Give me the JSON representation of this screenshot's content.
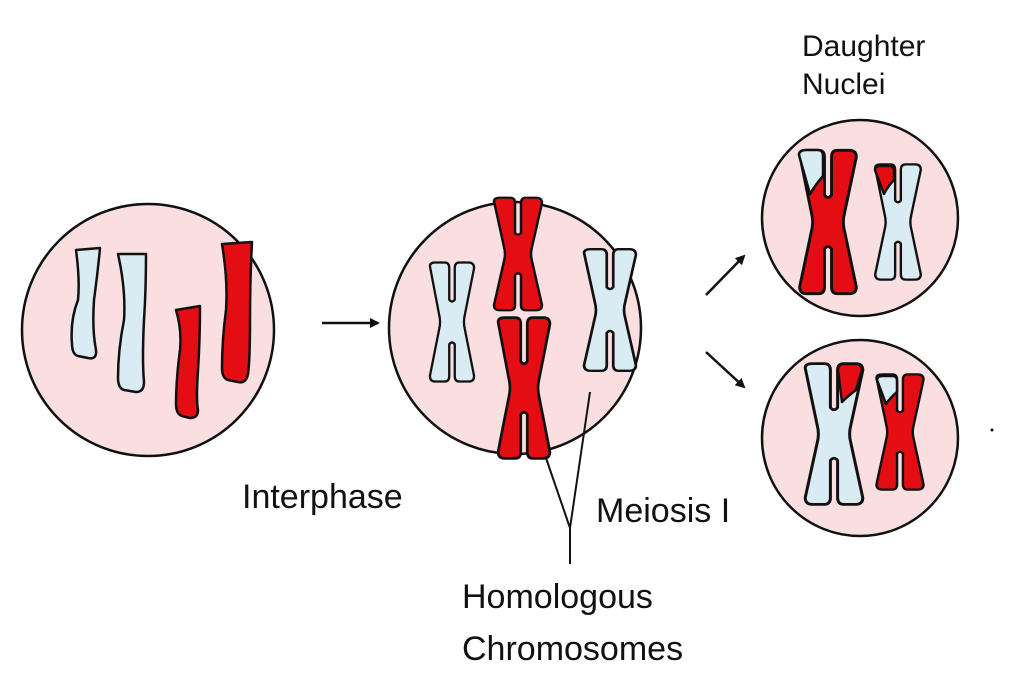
{
  "labels": {
    "interphase": "Interphase",
    "meiosis": "Meiosis I",
    "homologous_line1": "Homologous",
    "homologous_line2": "Chromosomes",
    "daughter_line1": "Daughter",
    "daughter_line2": "Nuclei"
  },
  "colors": {
    "cell_fill": "#f9dfe0",
    "outline": "#111111",
    "maternal_red": "#e50d14",
    "paternal_blue": "#d9ebf3"
  }
}
